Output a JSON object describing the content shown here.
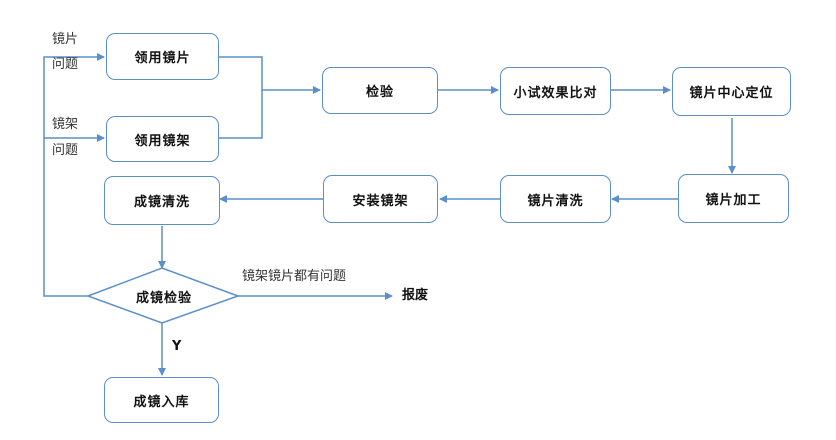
{
  "nodes": {
    "get_lens": "领用镜片",
    "get_frame": "领用镜架",
    "inspect": "检验",
    "trial_compare": "小试效果比对",
    "lens_center": "镜片中心定位",
    "lens_process": "镜片加工",
    "lens_clean": "镜片清洗",
    "install_frame": "安装镜架",
    "finished_clean": "成镜清洗",
    "finished_inspect": "成镜检验",
    "finished_store": "成镜入库"
  },
  "labels": {
    "lens_problem_line1": "镜片",
    "lens_problem_line2": "问题",
    "frame_problem_line1": "镜架",
    "frame_problem_line2": "问题",
    "both_problem": "镜架镜片都有问题",
    "scrap": "报废",
    "yes": "Y"
  },
  "colors": {
    "stroke": "#5b8fc9"
  }
}
